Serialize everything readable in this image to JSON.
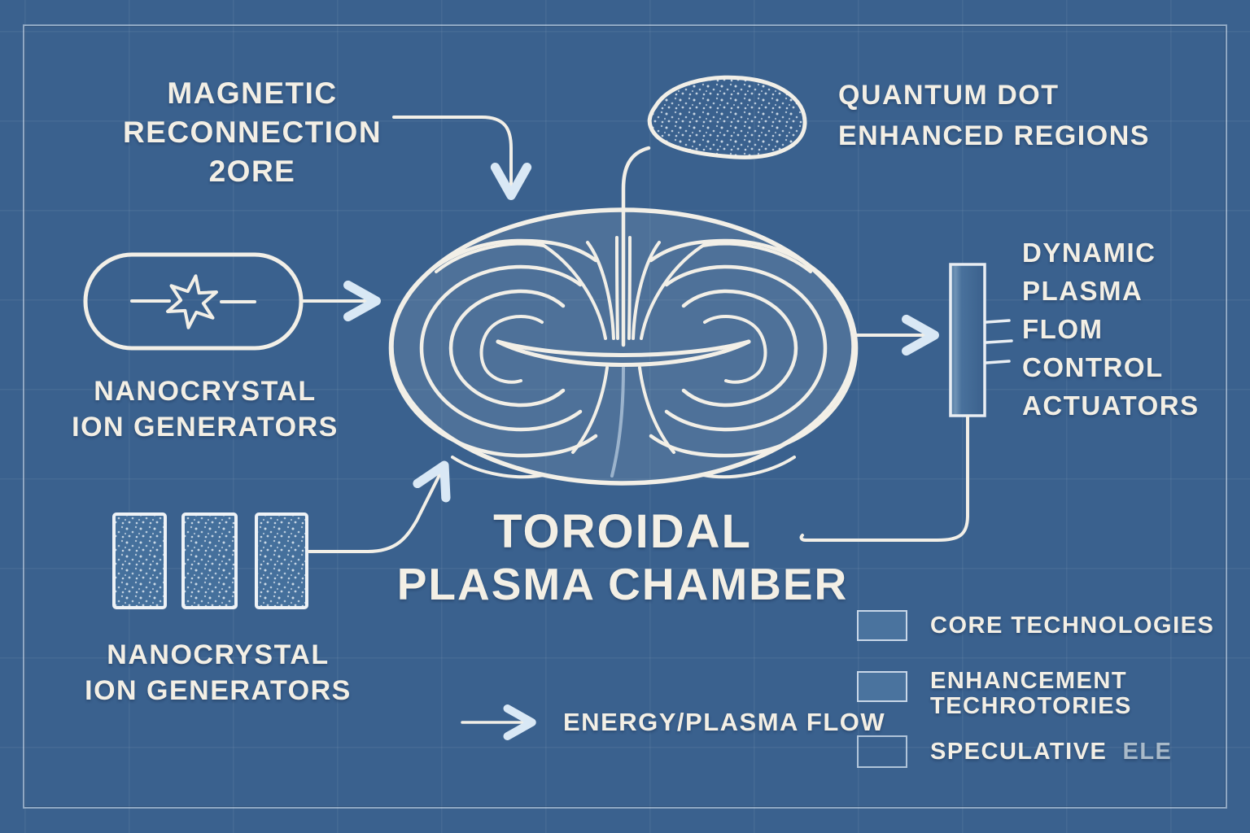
{
  "title": {
    "line1": "TOROIDAL",
    "line2": "PLASMA CHAMBER"
  },
  "labels": {
    "magnetic": {
      "line1": "MAGNETIC",
      "line2": "RECONNECTION",
      "line3": "2ORE"
    },
    "quantum": {
      "line1": "QUANTUM DOT",
      "line2": "ENHANCED REGIONS"
    },
    "nano_top": {
      "line1": "NANOCRYSTAL",
      "line2": "ION GENERATORS"
    },
    "nano_bottom": {
      "line1": "NANOCRYSTAL",
      "line2": "ION GENERATORS"
    },
    "actuators": {
      "line1": "DYNAMIC",
      "line2": "PLASMA",
      "line3": "FLOM",
      "line4": "CONTROL",
      "line5": "ACTUATORS"
    }
  },
  "legend": {
    "flow_label": "ENERGY/PLASMA FLOW",
    "items": [
      {
        "label": "CORE TECHNOLOGIES",
        "swatch": "filled"
      },
      {
        "label_line1": "ENHANCEMENT",
        "label_line2": "TECHROTORIES",
        "swatch": "filled"
      },
      {
        "label": "SPECULATIVE",
        "label_suffix": "ELE",
        "swatch": "outline"
      }
    ]
  },
  "colors": {
    "background": "#3a618e",
    "line": "#f2efe7",
    "text": "#f3efe5",
    "swatch_fill": "#4a739e",
    "muted_text": "#a9bac9",
    "arrowhead": "#d9e8f5"
  }
}
